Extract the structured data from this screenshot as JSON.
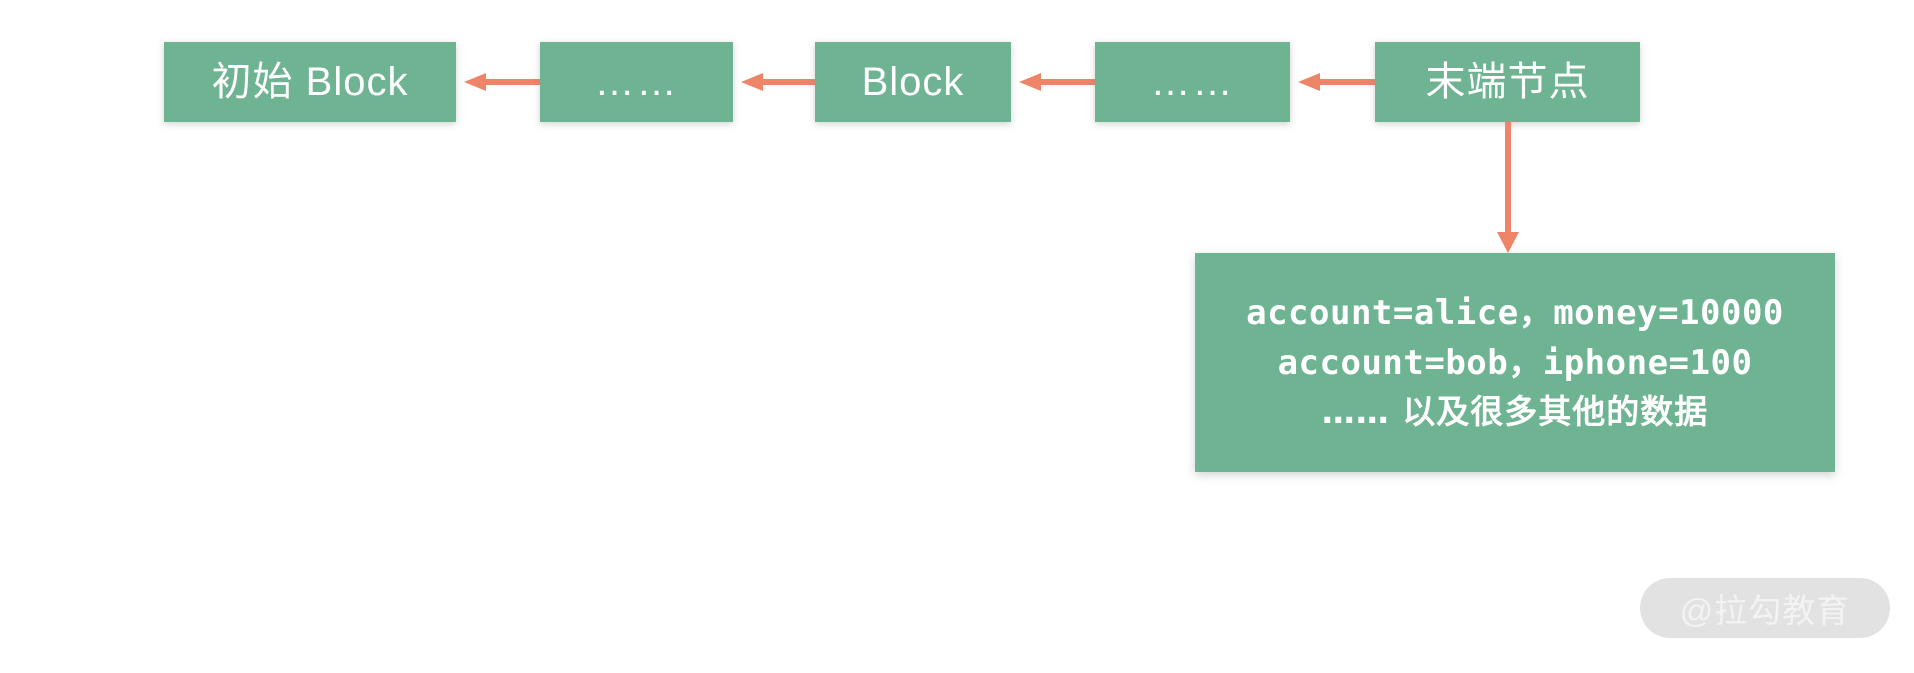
{
  "diagram": {
    "title": "blockchain-terminal-node-data",
    "colors": {
      "node_fill": "#6eb392",
      "node_text": "#ffffff",
      "arrow": "#ee8569",
      "background": "#ffffff",
      "watermark_pill": "#e2e2e2",
      "watermark_text": "#f3f3f3"
    },
    "chain_nodes": [
      {
        "id": "genesis-block",
        "label": "初始 Block"
      },
      {
        "id": "ellipsis-left",
        "label": "……"
      },
      {
        "id": "block",
        "label": "Block"
      },
      {
        "id": "ellipsis-right",
        "label": "……"
      },
      {
        "id": "terminal-node",
        "label": "末端节点"
      }
    ],
    "arrows": [
      {
        "id": "arrow-1",
        "from": "ellipsis-left",
        "to": "genesis-block",
        "direction": "left"
      },
      {
        "id": "arrow-2",
        "from": "block",
        "to": "ellipsis-left",
        "direction": "left"
      },
      {
        "id": "arrow-3",
        "from": "ellipsis-right",
        "to": "block",
        "direction": "left"
      },
      {
        "id": "arrow-4",
        "from": "terminal-node",
        "to": "ellipsis-right",
        "direction": "left"
      },
      {
        "id": "arrow-5",
        "from": "terminal-node",
        "to": "data-box",
        "direction": "down"
      }
    ],
    "data_box": {
      "id": "terminal-node-data",
      "lines": [
        "account=alice，money=10000",
        "account=bob，iphone=100",
        "…… 以及很多其他的数据"
      ]
    },
    "watermark": {
      "text": "@拉勾教育"
    }
  }
}
